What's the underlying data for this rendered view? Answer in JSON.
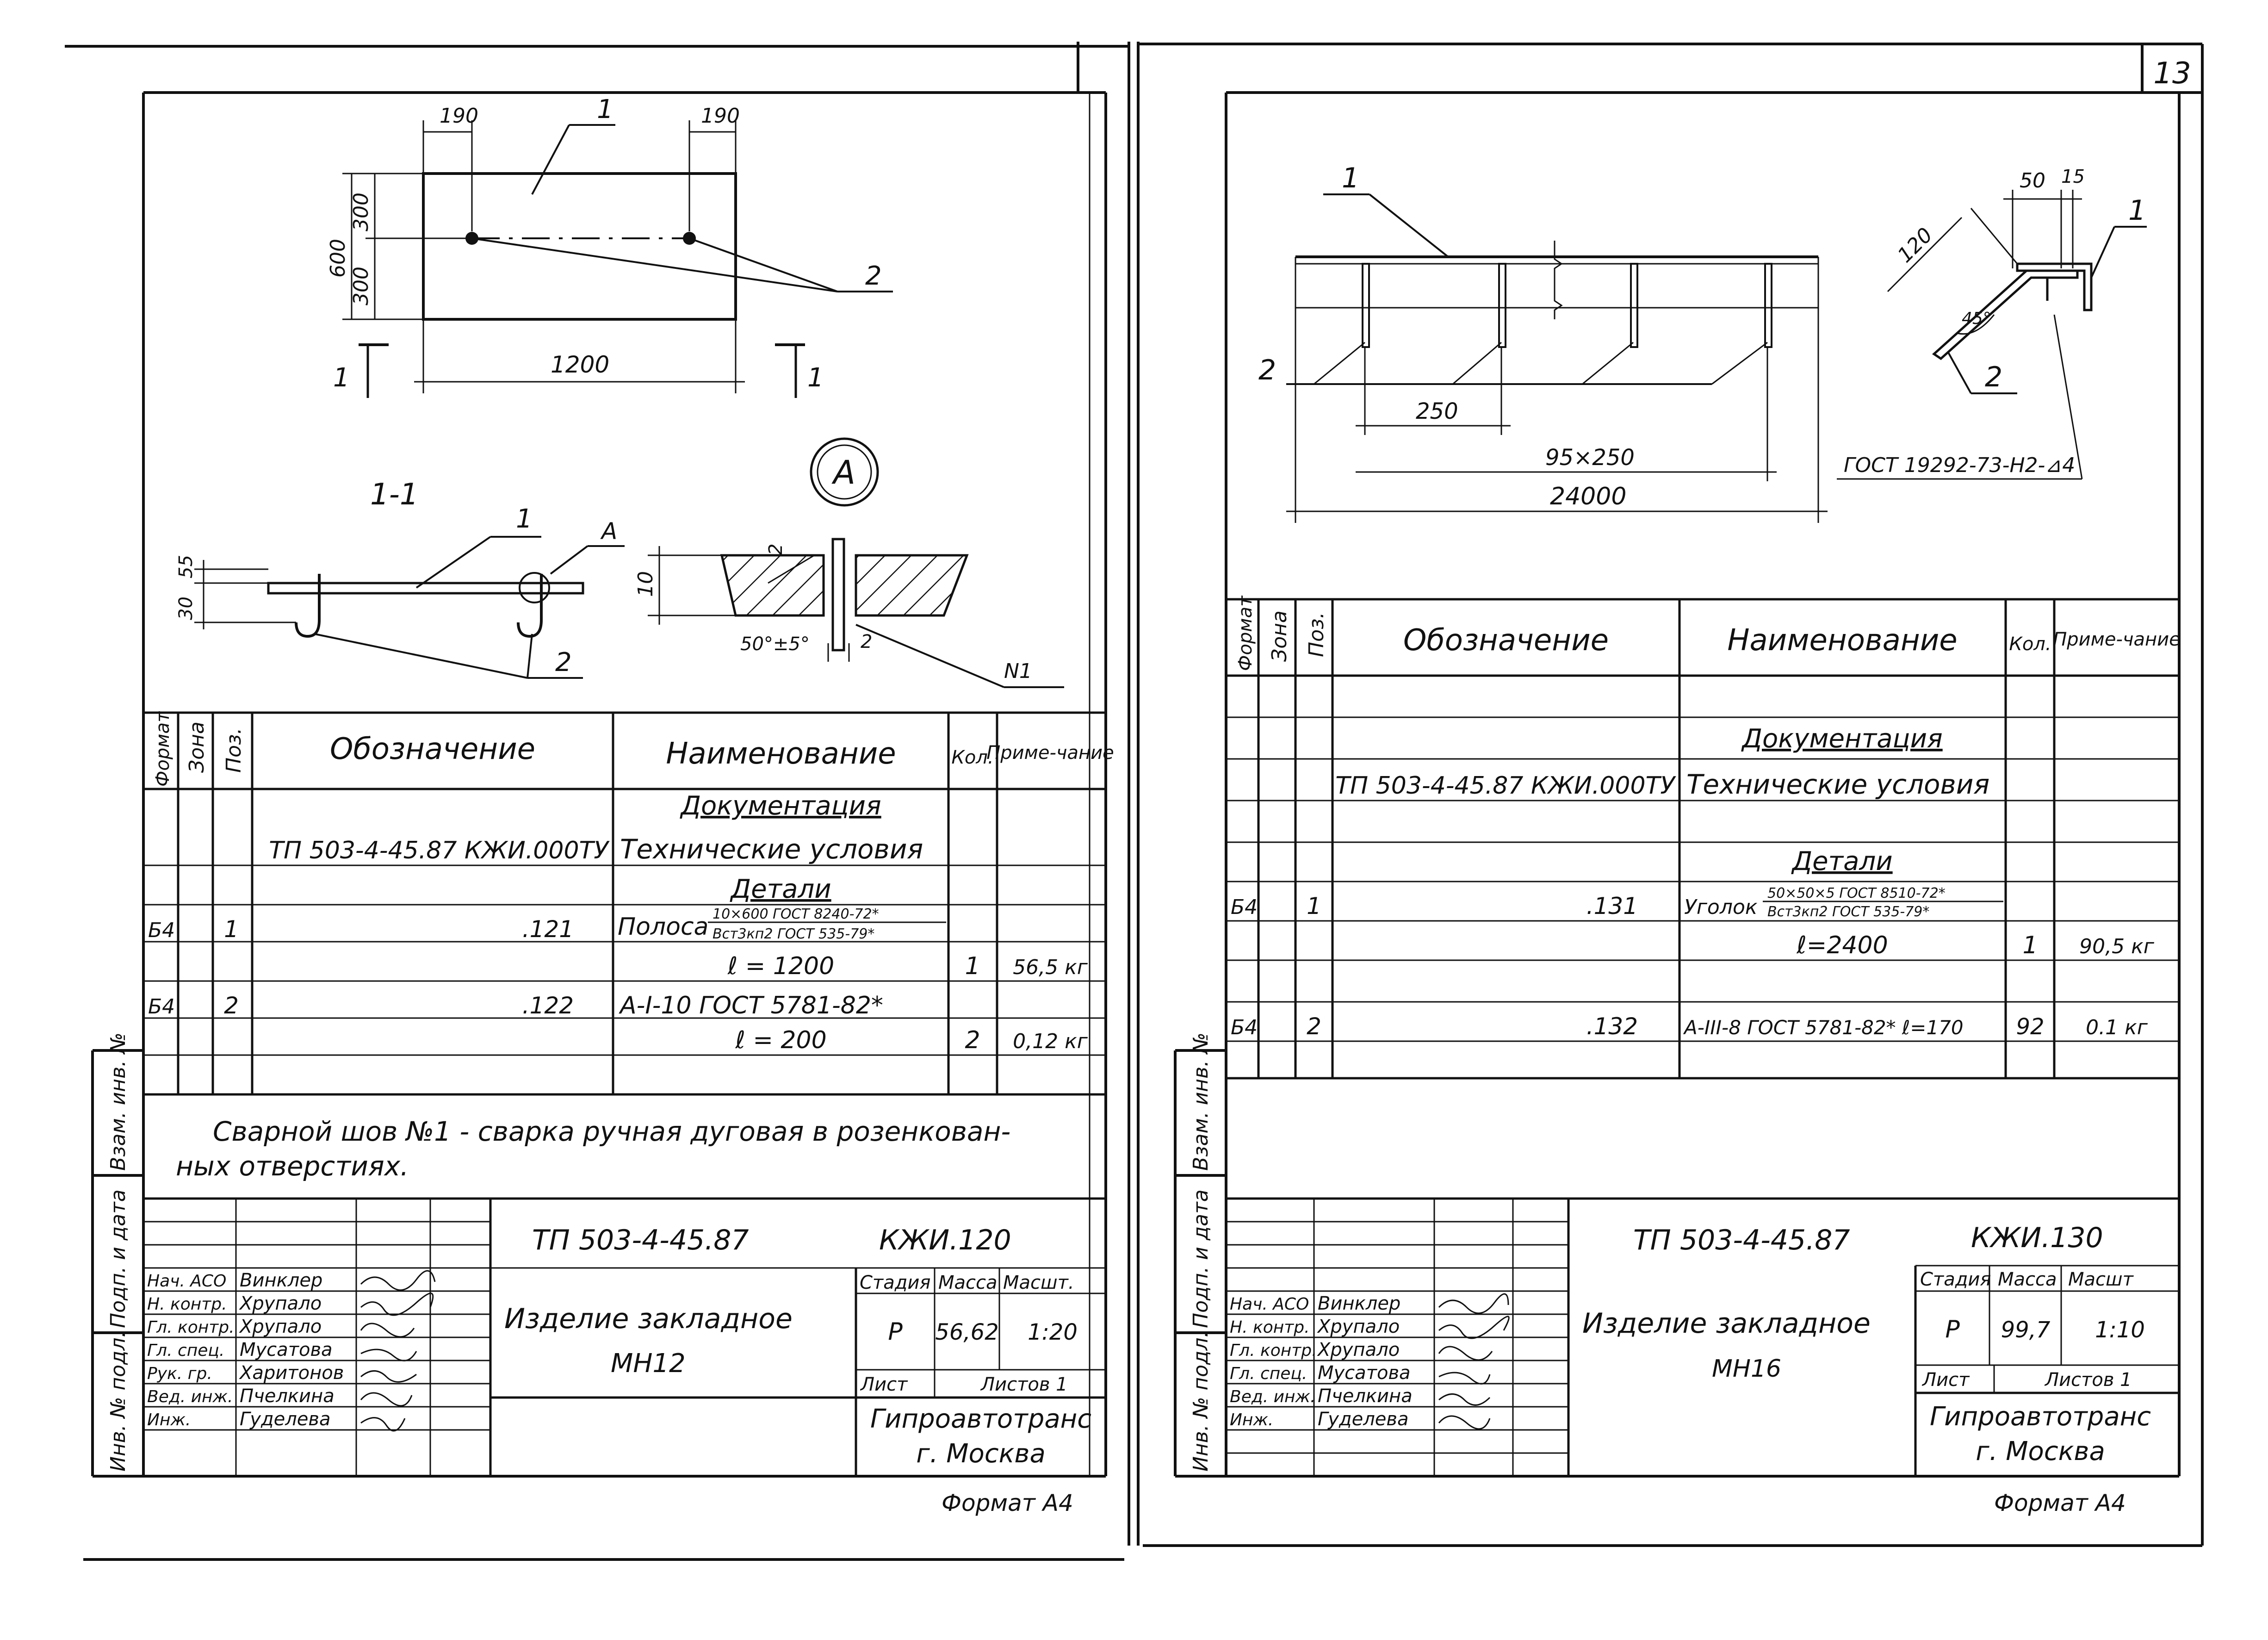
{
  "page_number": "13",
  "left": {
    "drawing": {
      "plan_dims": {
        "left_offset": "190",
        "right_offset": "190",
        "height_total": "600",
        "height_top": "300",
        "height_bottom": "300",
        "length": "1200"
      },
      "plan_leaders": {
        "pos1": "1",
        "pos2": "2"
      },
      "section_marks": {
        "left": "1",
        "right": "1"
      },
      "section_title": "1-1",
      "section_labels": {
        "pos1": "1",
        "pos2": "2",
        "detail": "A",
        "dim_30": "30",
        "dim_55": "55"
      },
      "detail_circle": "A",
      "detail_labels": {
        "dim_10": "10",
        "gap_2": "2",
        "gap_2b": "2",
        "angle": "50°±5°",
        "weld": "N1"
      }
    },
    "table": {
      "headers": {
        "format": "Формат",
        "zone": "Зона",
        "pos": "Поз.",
        "designation": "Обозначение",
        "name": "Наименование",
        "qty": "Кол.",
        "note": "Приме-чание"
      },
      "rows": {
        "r1": {
          "name": "Документация"
        },
        "r2": {
          "designation": "ТП 503-4-45.87  КЖИ.000ТУ",
          "name": "Технические условия"
        },
        "r3": {
          "name": "Детали"
        },
        "r4": {
          "format": "Б4",
          "pos": "1",
          "designation": ".121",
          "name": "Полоса",
          "name_top": "10×600 ГОСТ 8240-72*",
          "name_bottom": "Вст3кп2 ГОСТ 535-79*"
        },
        "r5": {
          "name": "ℓ = 1200",
          "qty": "1",
          "note": "56,5 кг"
        },
        "r6": {
          "format": "Б4",
          "pos": "2",
          "designation": ".122",
          "name": "А-I-10 ГОСТ 5781-82*"
        },
        "r7": {
          "name": "ℓ = 200",
          "qty": "2",
          "note": "0,12 кг"
        }
      }
    },
    "note_line1": "Сварной шов №1 - сварка ручная дуговая в розенкован-",
    "note_line2": "ных отверстиях.",
    "title_block": {
      "project": "ТП 503-4-45.87",
      "code": "КЖИ.120",
      "item_name": "Изделие закладное",
      "item_mark": "МН12",
      "stage_label": "Стадия",
      "mass_label": "Масса",
      "scale_label": "Масшт.",
      "stage": "Р",
      "mass": "56,62",
      "scale": "1:20",
      "sheet_label": "Лист",
      "sheets_label": "Листов 1",
      "org_line1": "Гипроавтотранс",
      "org_line2": "г. Москва",
      "staff": [
        {
          "role": "Нач. АСО",
          "name": "Винклер"
        },
        {
          "role": "Н. контр.",
          "name": "Хрупало"
        },
        {
          "role": "Гл. контр.",
          "name": "Хрупало"
        },
        {
          "role": "Гл. спец.",
          "name": "Мусатова"
        },
        {
          "role": "Рук. гр.",
          "name": "Харитонов"
        },
        {
          "role": "Вед. инж.",
          "name": "Пчелкина"
        },
        {
          "role": "Инж.",
          "name": "Гуделева"
        }
      ]
    },
    "format": "Формат А4",
    "side_labels": {
      "inv_podl": "Инв. № подл.",
      "podp_data": "Подп. и дата",
      "vzam": "Взам. инв. №"
    }
  },
  "right": {
    "drawing": {
      "leader1": "1",
      "leader2": "2",
      "dim_step": "250",
      "dim_chain": "95×250",
      "dim_total": "24000",
      "section_dims": {
        "d50": "50",
        "d15": "15",
        "d120": "120",
        "angle": "45°",
        "pos1": "1",
        "pos2": "2"
      },
      "weld_ref": "ГОСТ 19292-73-Н2-⊿4"
    },
    "table": {
      "headers": {
        "format": "Формат",
        "zone": "Зона",
        "pos": "Поз.",
        "designation": "Обозначение",
        "name": "Наименование",
        "qty": "Кол.",
        "note": "Приме-чание"
      },
      "rows": {
        "r1": {
          "name": "Документация"
        },
        "r2": {
          "designation": "ТП 503-4-45.87  КЖИ.000ТУ",
          "name": "Технические условия"
        },
        "r3": {
          "name": "Детали"
        },
        "r4": {
          "format": "Б4",
          "pos": "1",
          "designation": ".131",
          "name": "Уголок",
          "name_top": "50×50×5 ГОСТ 8510-72*",
          "name_bottom": "Вст3кп2 ГОСТ 535-79*"
        },
        "r5": {
          "name": "ℓ=2400",
          "qty": "1",
          "note": "90,5 кг"
        },
        "r6": {
          "format": "Б4",
          "pos": "2",
          "designation": ".132",
          "name": "А-III-8 ГОСТ 5781-82* ℓ=170",
          "qty": "92",
          "note": "0.1 кг"
        }
      }
    },
    "title_block": {
      "project": "ТП 503-4-45.87",
      "code": "КЖИ.130",
      "item_name": "Изделие закладное",
      "item_mark": "МН16",
      "stage_label": "Стадия",
      "mass_label": "Масса",
      "scale_label": "Масшт",
      "stage": "Р",
      "mass": "99,7",
      "scale": "1:10",
      "sheet_label": "Лист",
      "sheets_label": "Листов 1",
      "org_line1": "Гипроавтотранс",
      "org_line2": "г. Москва",
      "staff": [
        {
          "role": "Нач. АСО",
          "name": "Винклер"
        },
        {
          "role": "Н. контр.",
          "name": "Хрупало"
        },
        {
          "role": "Гл. контр.",
          "name": "Хрупало"
        },
        {
          "role": "Гл. спец.",
          "name": "Мусатова"
        },
        {
          "role": "Вед. инж.",
          "name": "Пчелкина"
        },
        {
          "role": "Инж.",
          "name": "Гуделева"
        }
      ]
    },
    "format": "Формат А4",
    "side_labels": {
      "inv_podl": "Инв. № подл.",
      "podp_data": "Подп. и дата",
      "vzam": "Взам. инв. №"
    }
  }
}
